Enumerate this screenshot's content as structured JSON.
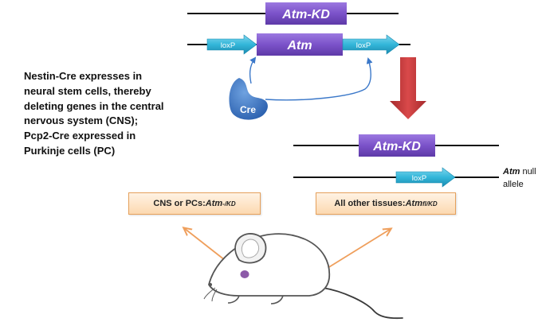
{
  "top_panel": {
    "kd_label": "Atm-KD",
    "atm_label": "Atm",
    "loxp_left": "loxP",
    "loxp_right": "loxP",
    "cre_label": "Cre"
  },
  "description": {
    "lines": [
      "Nestin-Cre expresses in",
      "neural stem cells, thereby",
      "deleting genes in the central",
      "nervous system (CNS);",
      "Pcp2-Cre expressed in",
      "Purkinje cells (PC)"
    ]
  },
  "bottom_panel": {
    "kd_label": "Atm-KD",
    "loxp_label": "loxP",
    "null_allele_italic": "Atm",
    "null_allele_rest_1": " null",
    "null_allele_rest_2": "allele"
  },
  "boxes": {
    "left_prefix": "CNS or PCs: ",
    "left_gene": "Atm",
    "left_sup": "-/KD",
    "right_prefix": "All other tissues: ",
    "right_gene": "Atm",
    "right_sup": "fl/KD"
  },
  "colors": {
    "purple_box": "#7b52c9",
    "purple_text": "#ffffff",
    "loxp_arrow": "#33b6d9",
    "cre_blob": "#3b78c9",
    "red_arrow": "#c0393b",
    "orange_arrow": "#ef9f5c",
    "orange_box": "#fcd9b0"
  }
}
